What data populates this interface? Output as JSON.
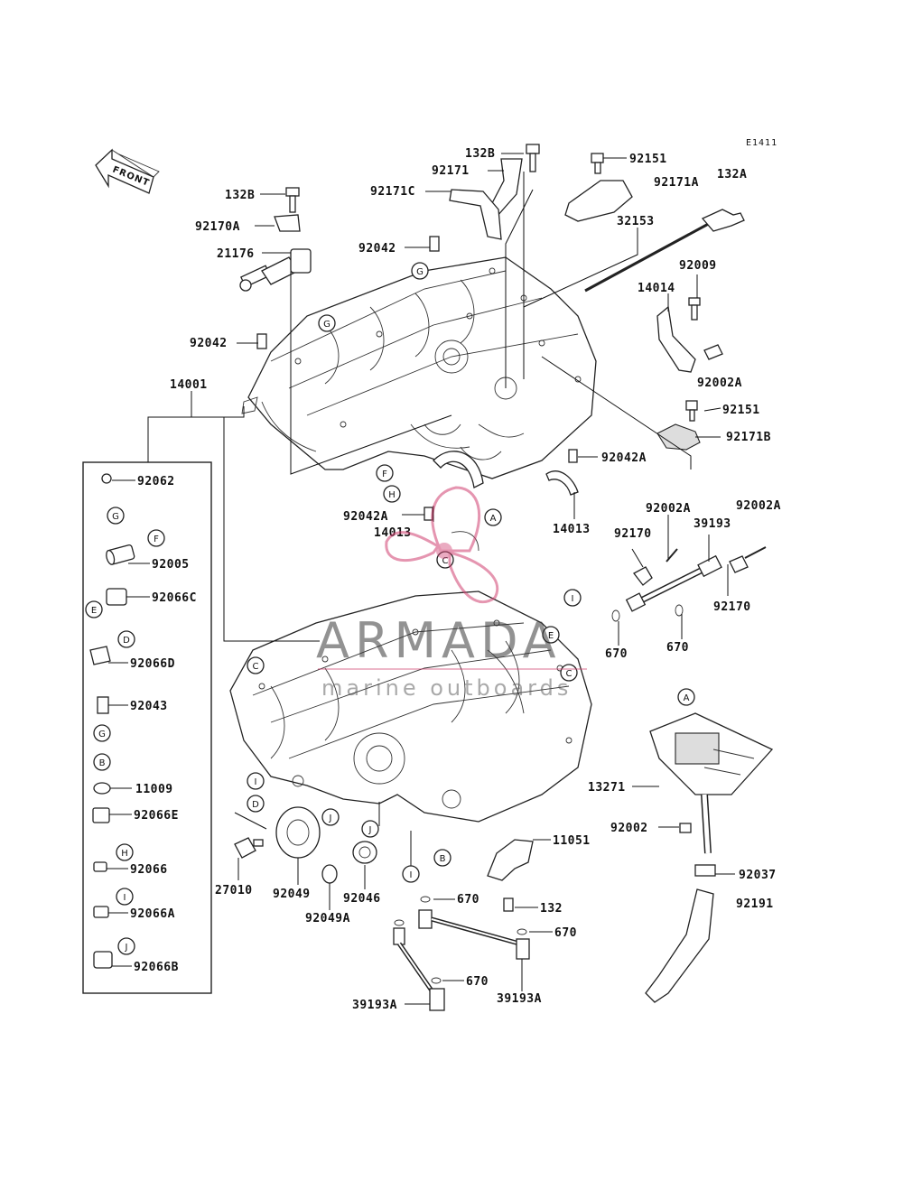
{
  "diagram_code": "E1411",
  "front_label": "FRONT",
  "watermark": {
    "brand": "ARMADA",
    "tagline": "marine outboards"
  },
  "labels": {
    "p132B_top": "132B",
    "p92171": "92171",
    "p92151_top": "92151",
    "p92171C": "92171C",
    "p92171A": "92171A",
    "p132A": "132A",
    "p132B_left": "132B",
    "p92170A": "92170A",
    "p21176": "21176",
    "p92042_top": "92042",
    "p32153": "32153",
    "p92009": "92009",
    "p14014": "14014",
    "p92042_left": "92042",
    "p92002A_mid": "92002A",
    "p14001": "14001",
    "p92151_mid": "92151",
    "p92171B": "92171B",
    "p92042A_right": "92042A",
    "p92042A_center": "92042A",
    "p14013_center": "14013",
    "p14013_right": "14013",
    "p92002A_a": "92002A",
    "p92002A_b": "92002A",
    "p92170": "92170",
    "p39193": "39193",
    "p92170_b": "92170",
    "p670_a": "670",
    "p670_b": "670",
    "p13271": "13271",
    "p92002": "92002",
    "p92037": "92037",
    "p92191": "92191",
    "p11051": "11051",
    "p670_c": "670",
    "p132": "132",
    "p670_d": "670",
    "p670_e": "670",
    "p39193A_a": "39193A",
    "p39193A_b": "39193A",
    "p27010": "27010",
    "p92049": "92049",
    "p92049A": "92049A",
    "p92046": "92046",
    "p92062": "92062",
    "p92005": "92005",
    "p92066C": "92066C",
    "p92066D": "92066D",
    "p92043": "92043",
    "p11009": "11009",
    "p92066E": "92066E",
    "p92066": "92066",
    "p92066A": "92066A",
    "p92066B": "92066B"
  },
  "refs": {
    "G1": "G",
    "G2": "G",
    "G3": "G",
    "G4": "G",
    "G5": "G",
    "F1": "F",
    "F2": "F",
    "H1": "H",
    "H2": "H",
    "A1": "A",
    "A2": "A",
    "C1": "C",
    "C2": "C",
    "C3": "C",
    "I1": "I",
    "I2": "I",
    "I3": "I",
    "I4": "I",
    "E1": "E",
    "E2": "E",
    "D1": "D",
    "D2": "D",
    "J1": "J",
    "J2": "J",
    "J3": "J",
    "B1": "B",
    "B2": "B"
  }
}
